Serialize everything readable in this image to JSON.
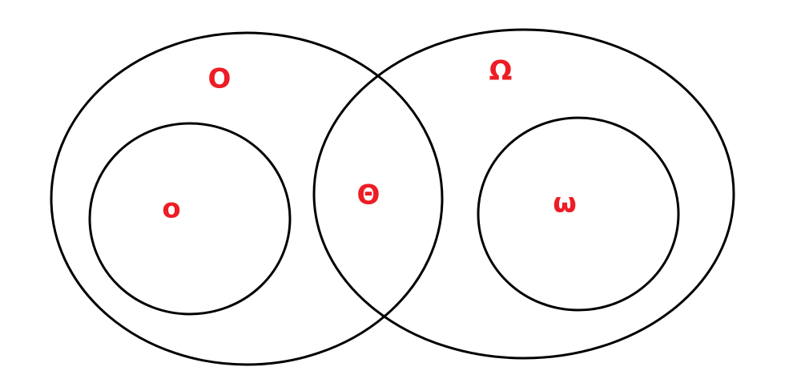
{
  "diagram": {
    "colors": {
      "stroke": "#000000",
      "label": "#ee1c24",
      "background": "#ffffff"
    },
    "labels": {
      "big_o": "O",
      "big_omega": "Ω",
      "small_o": "o",
      "theta": "Θ",
      "small_omega": "ω"
    }
  }
}
